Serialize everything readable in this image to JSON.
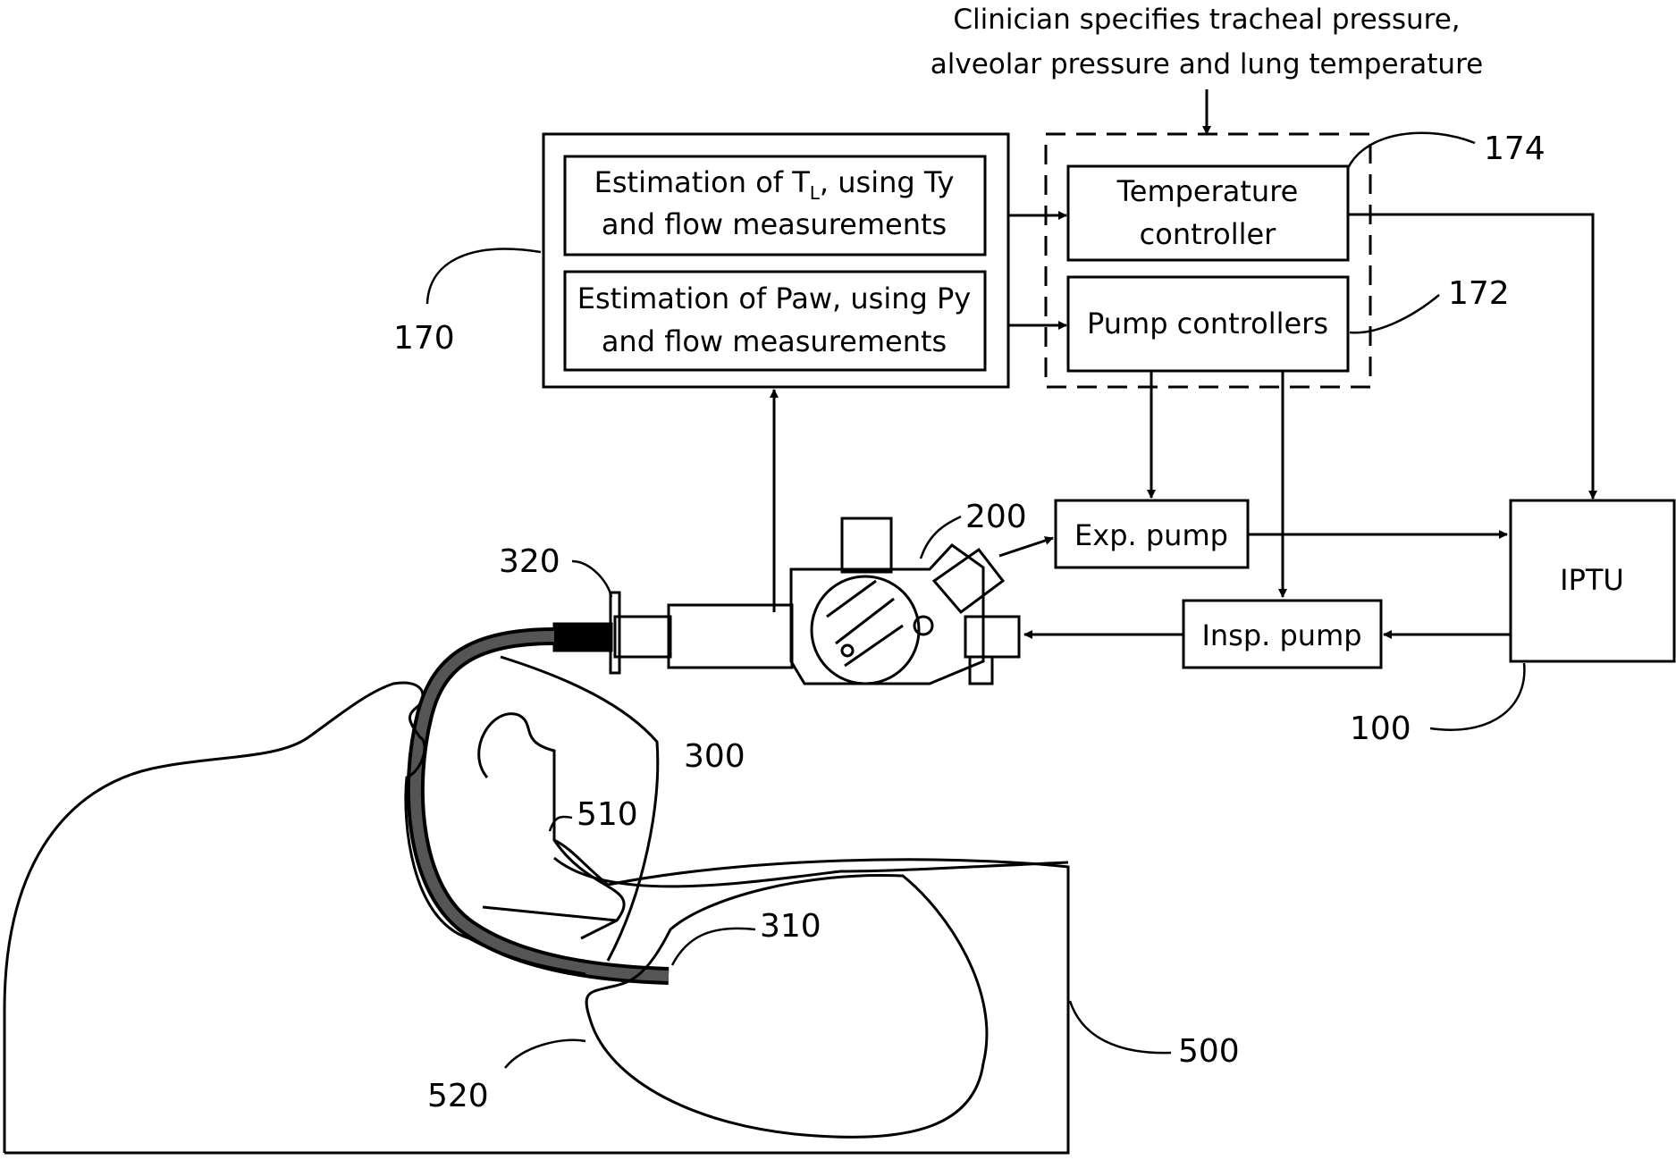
{
  "header": {
    "line1": "Clinician specifies tracheal pressure,",
    "line2": "alveolar pressure and lung temperature"
  },
  "estimator": {
    "tl_line1": "Estimation of T",
    "tl_sub": "L",
    "tl_line1_rest": ", using Ty",
    "tl_line2": "and flow measurements",
    "paw_line1": "Estimation of Paw, using Py",
    "paw_line2": "and flow measurements"
  },
  "controllers": {
    "temp_line1": "Temperature",
    "temp_line2": "controller",
    "pump": "Pump controllers"
  },
  "pumps": {
    "exp": "Exp. pump",
    "insp": "Insp. pump",
    "iptu": "IPTU"
  },
  "refs": {
    "r170": "170",
    "r172": "172",
    "r174": "174",
    "r200": "200",
    "r320": "320",
    "r300": "300",
    "r510": "510",
    "r310": "310",
    "r100": "100",
    "r500": "500",
    "r520": "520"
  }
}
